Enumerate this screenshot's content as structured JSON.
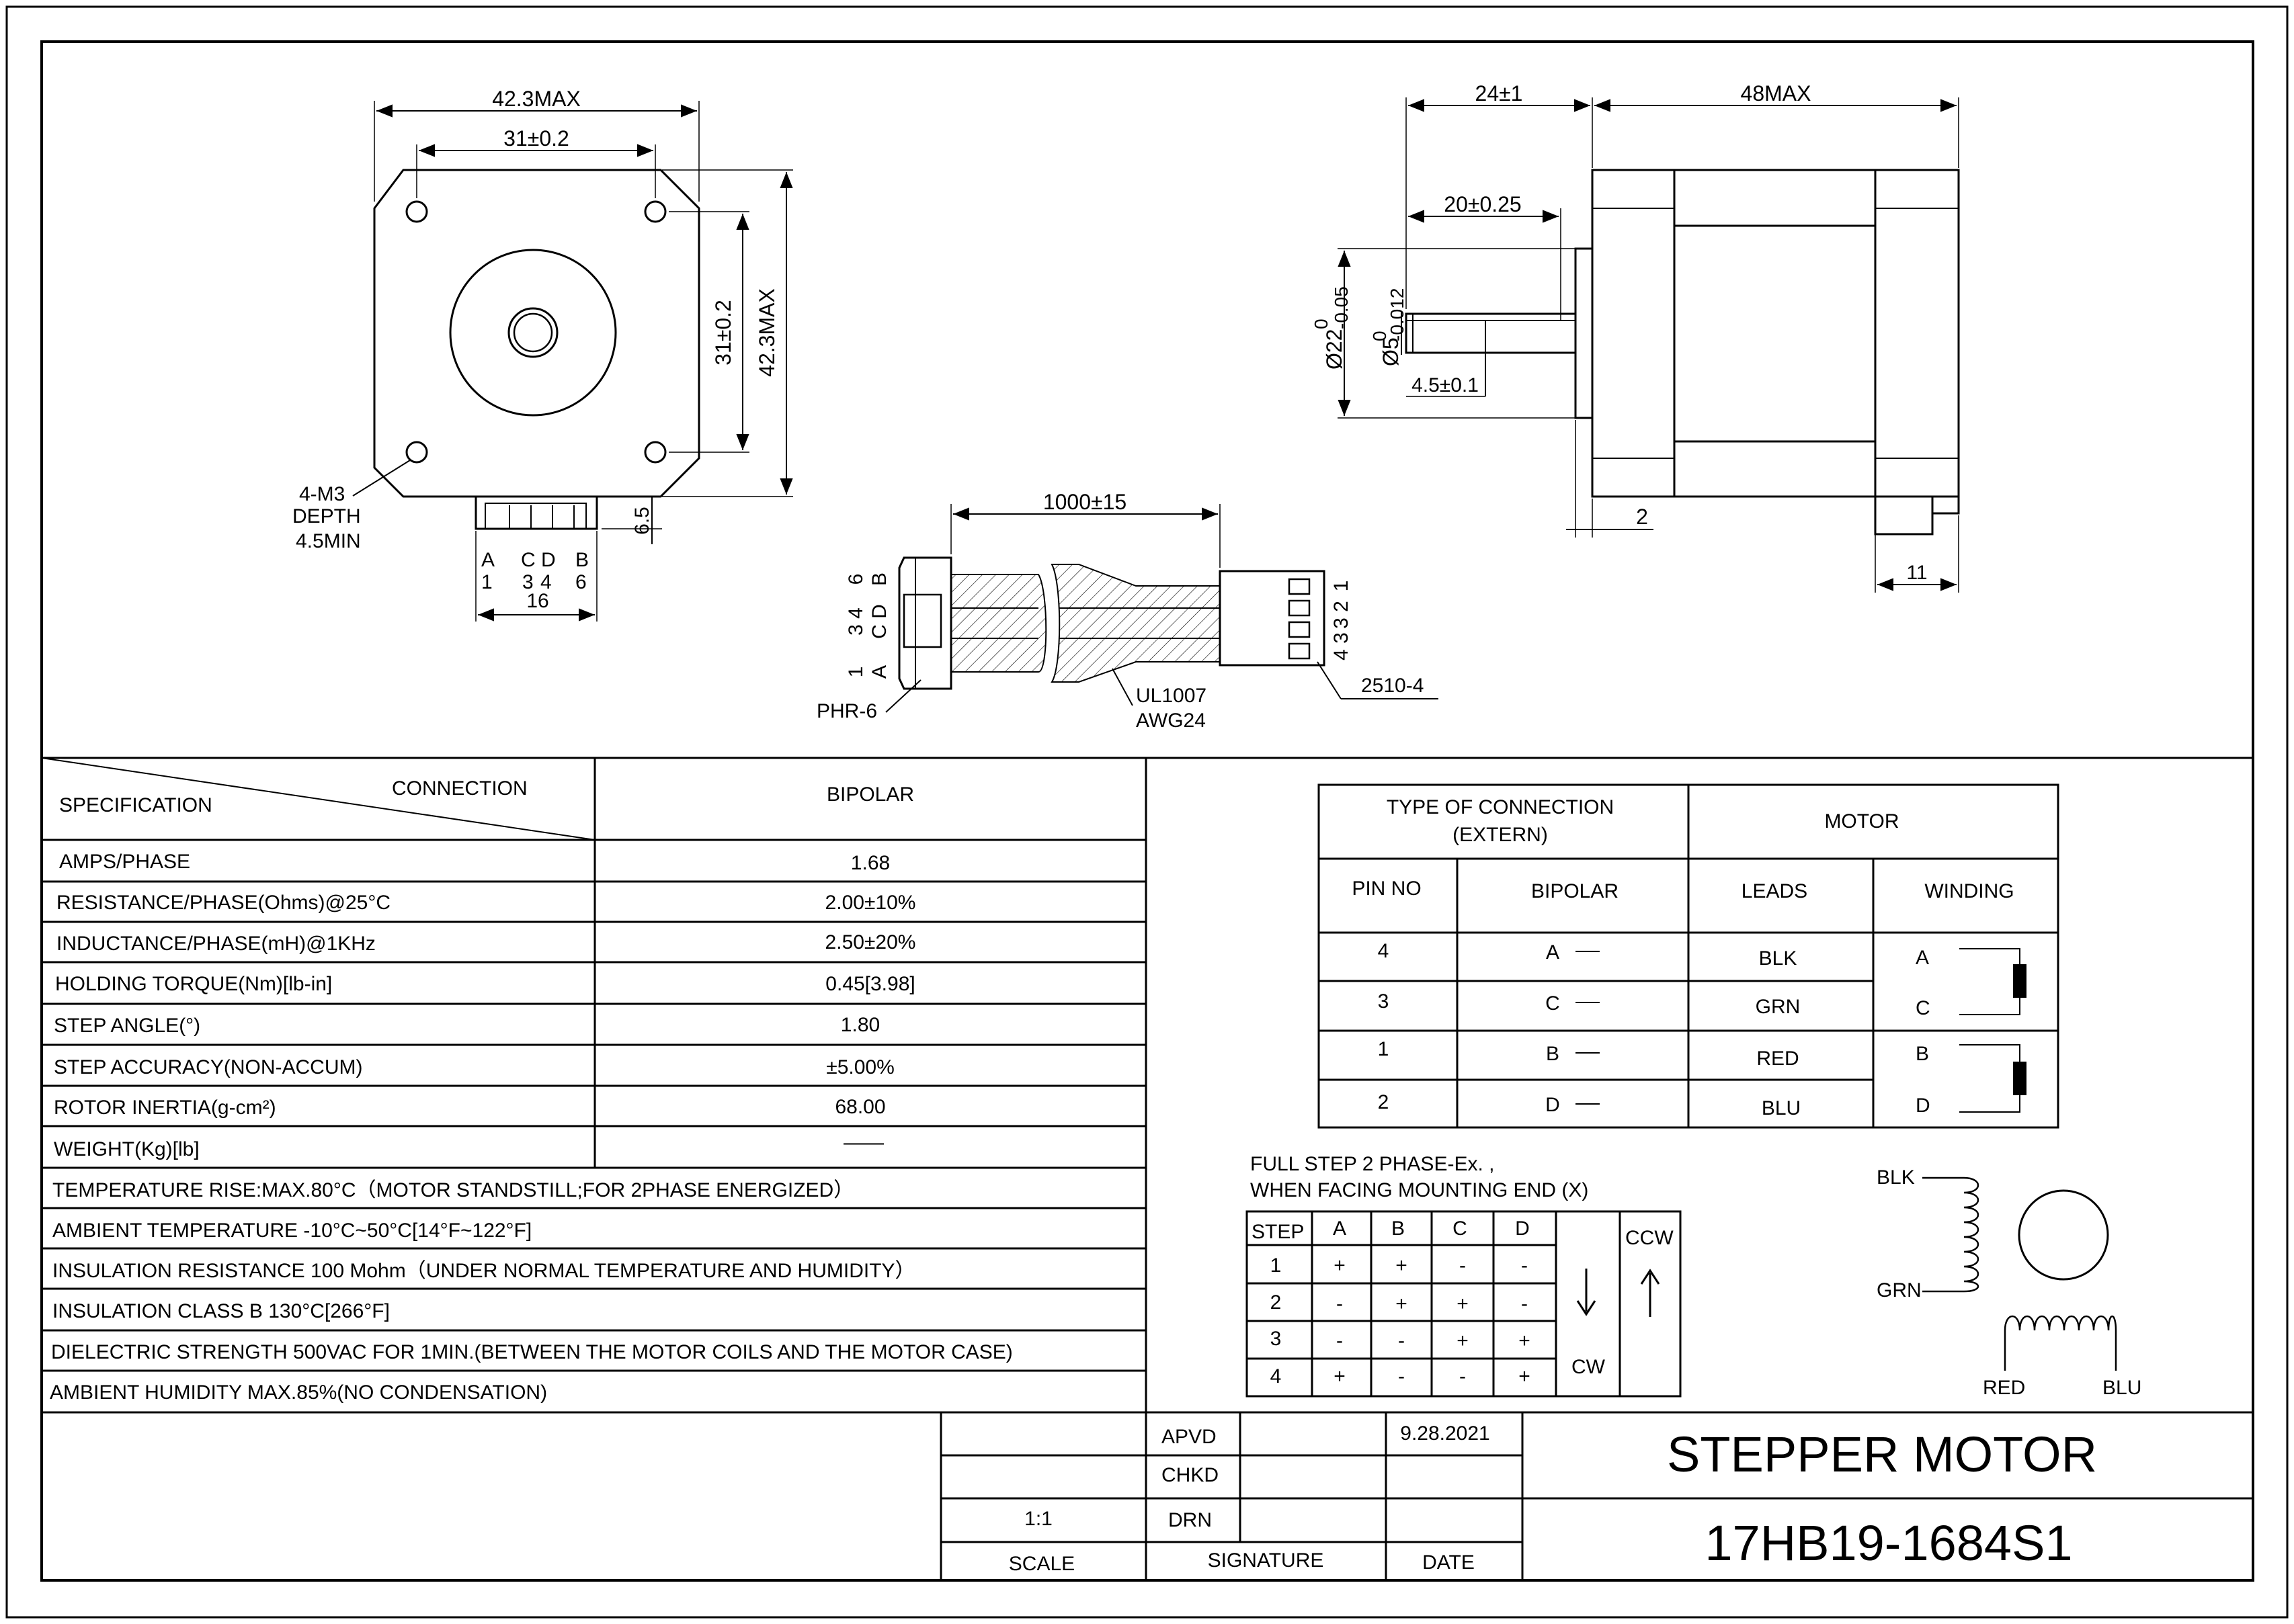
{
  "front_view": {
    "dim_width": "42.3MAX",
    "dim_hole_spacing": "31±0.2",
    "dim_hole_spacing_v": "31±0.2",
    "dim_height": "42.3MAX",
    "dim_connector_height": "6.5",
    "hole_note": [
      "4-M3",
      "DEPTH",
      "4.5MIN"
    ],
    "pin_letters": [
      "A",
      "C",
      "D",
      "B"
    ],
    "pin_numbers": [
      "1",
      "3",
      "4",
      "6"
    ],
    "dim_connector_width": "16"
  },
  "side_view": {
    "dim_shaft_length": "24±1",
    "dim_body_length": "48MAX",
    "dim_flat_length": "20±0.25",
    "dim_boss_diameter": "Ø22",
    "dim_boss_upper_tol": "0",
    "dim_boss_lower_tol": "-0.05",
    "dim_shaft_diameter": "Ø5",
    "dim_shaft_upper_tol": "0",
    "dim_shaft_lower_tol": "-0.012",
    "dim_flat_depth": "4.5±0.1",
    "dim_boss_height": "2",
    "dim_connector_length": "11"
  },
  "cable": {
    "dim_length": "1000±15",
    "left_pin_numbers": [
      "6",
      "3 4",
      "1"
    ],
    "left_pin_letters": [
      "B",
      "C D",
      "A"
    ],
    "right_pin_numbers": [
      "1",
      "3 2",
      "4 3"
    ],
    "housing_left": "PHR-6",
    "wire_spec": [
      "UL1007",
      "AWG24"
    ],
    "housing_right": "2510-4"
  },
  "spec_table": {
    "header_connection": "CONNECTION",
    "header_specification": "SPECIFICATION",
    "header_bipolar": "BIPOLAR",
    "rows": [
      {
        "label": "AMPS/PHASE",
        "value": "1.68"
      },
      {
        "label": "RESISTANCE/PHASE(Ohms)@25°C",
        "value": "2.00±10%"
      },
      {
        "label": "INDUCTANCE/PHASE(mH)@1KHz",
        "value": "2.50±20%"
      },
      {
        "label": "HOLDING TORQUE(Nm)[lb-in]",
        "value": "0.45[3.98]"
      },
      {
        "label": "STEP ANGLE(°)",
        "value": "1.80"
      },
      {
        "label": "STEP ACCURACY(NON-ACCUM)",
        "value": "±5.00%"
      },
      {
        "label": "ROTOR INERTIA(g-cm²)",
        "value": "68.00"
      },
      {
        "label": "WEIGHT(Kg)[lb]",
        "value": "——"
      }
    ],
    "notes": [
      "TEMPERATURE RISE:MAX.80°C（MOTOR STANDSTILL;FOR 2PHASE ENERGIZED）",
      "AMBIENT TEMPERATURE -10°C~50°C[14°F~122°F]",
      "INSULATION RESISTANCE 100 Mohm（UNDER NORMAL TEMPERATURE AND HUMIDITY）",
      "INSULATION CLASS B 130°C[266°F]",
      "DIELECTRIC STRENGTH 500VAC FOR 1MIN.(BETWEEN THE MOTOR COILS AND THE MOTOR CASE)",
      "AMBIENT HUMIDITY MAX.85%(NO CONDENSATION)"
    ]
  },
  "connection_table": {
    "type_header_line1": "TYPE OF CONNECTION",
    "type_header_line2": "(EXTERN)",
    "motor_header": "MOTOR",
    "col_pin": "PIN NO",
    "col_bipolar": "BIPOLAR",
    "col_leads": "LEADS",
    "col_winding": "WINDING",
    "rows": [
      {
        "pin": "4",
        "bipolar": "A",
        "lead": "BLK"
      },
      {
        "pin": "3",
        "bipolar": "C",
        "lead": "GRN"
      },
      {
        "pin": "1",
        "bipolar": "B",
        "lead": "RED"
      },
      {
        "pin": "2",
        "bipolar": "D",
        "lead": "BLU"
      }
    ],
    "winding_labels": [
      "A",
      "C",
      "B",
      "D"
    ]
  },
  "step_sequence": {
    "title_line1": "FULL STEP  2 PHASE-Ex. ,",
    "title_line2": "WHEN FACING MOUNTING END (X)",
    "header": [
      "STEP",
      "A",
      "B",
      "C",
      "D"
    ],
    "rows": [
      [
        "1",
        "+",
        "+",
        "-",
        "-"
      ],
      [
        "2",
        "-",
        "+",
        "+",
        "-"
      ],
      [
        "3",
        "-",
        "-",
        "+",
        "+"
      ],
      [
        "4",
        "+",
        "-",
        "-",
        "+"
      ]
    ],
    "cw_label": "CW",
    "ccw_label": "CCW"
  },
  "wiring_diagram": {
    "labels": [
      "BLK",
      "GRN",
      "RED",
      "BLU"
    ]
  },
  "title_block": {
    "apvd": "APVD",
    "chkd": "CHKD",
    "drn": "DRN",
    "scale_value": "1:1",
    "scale_label": "SCALE",
    "signature_label": "SIGNATURE",
    "date_label": "DATE",
    "date_value": "9.28.2021",
    "title": "STEPPER MOTOR",
    "part_number": "17HB19-1684S1"
  }
}
